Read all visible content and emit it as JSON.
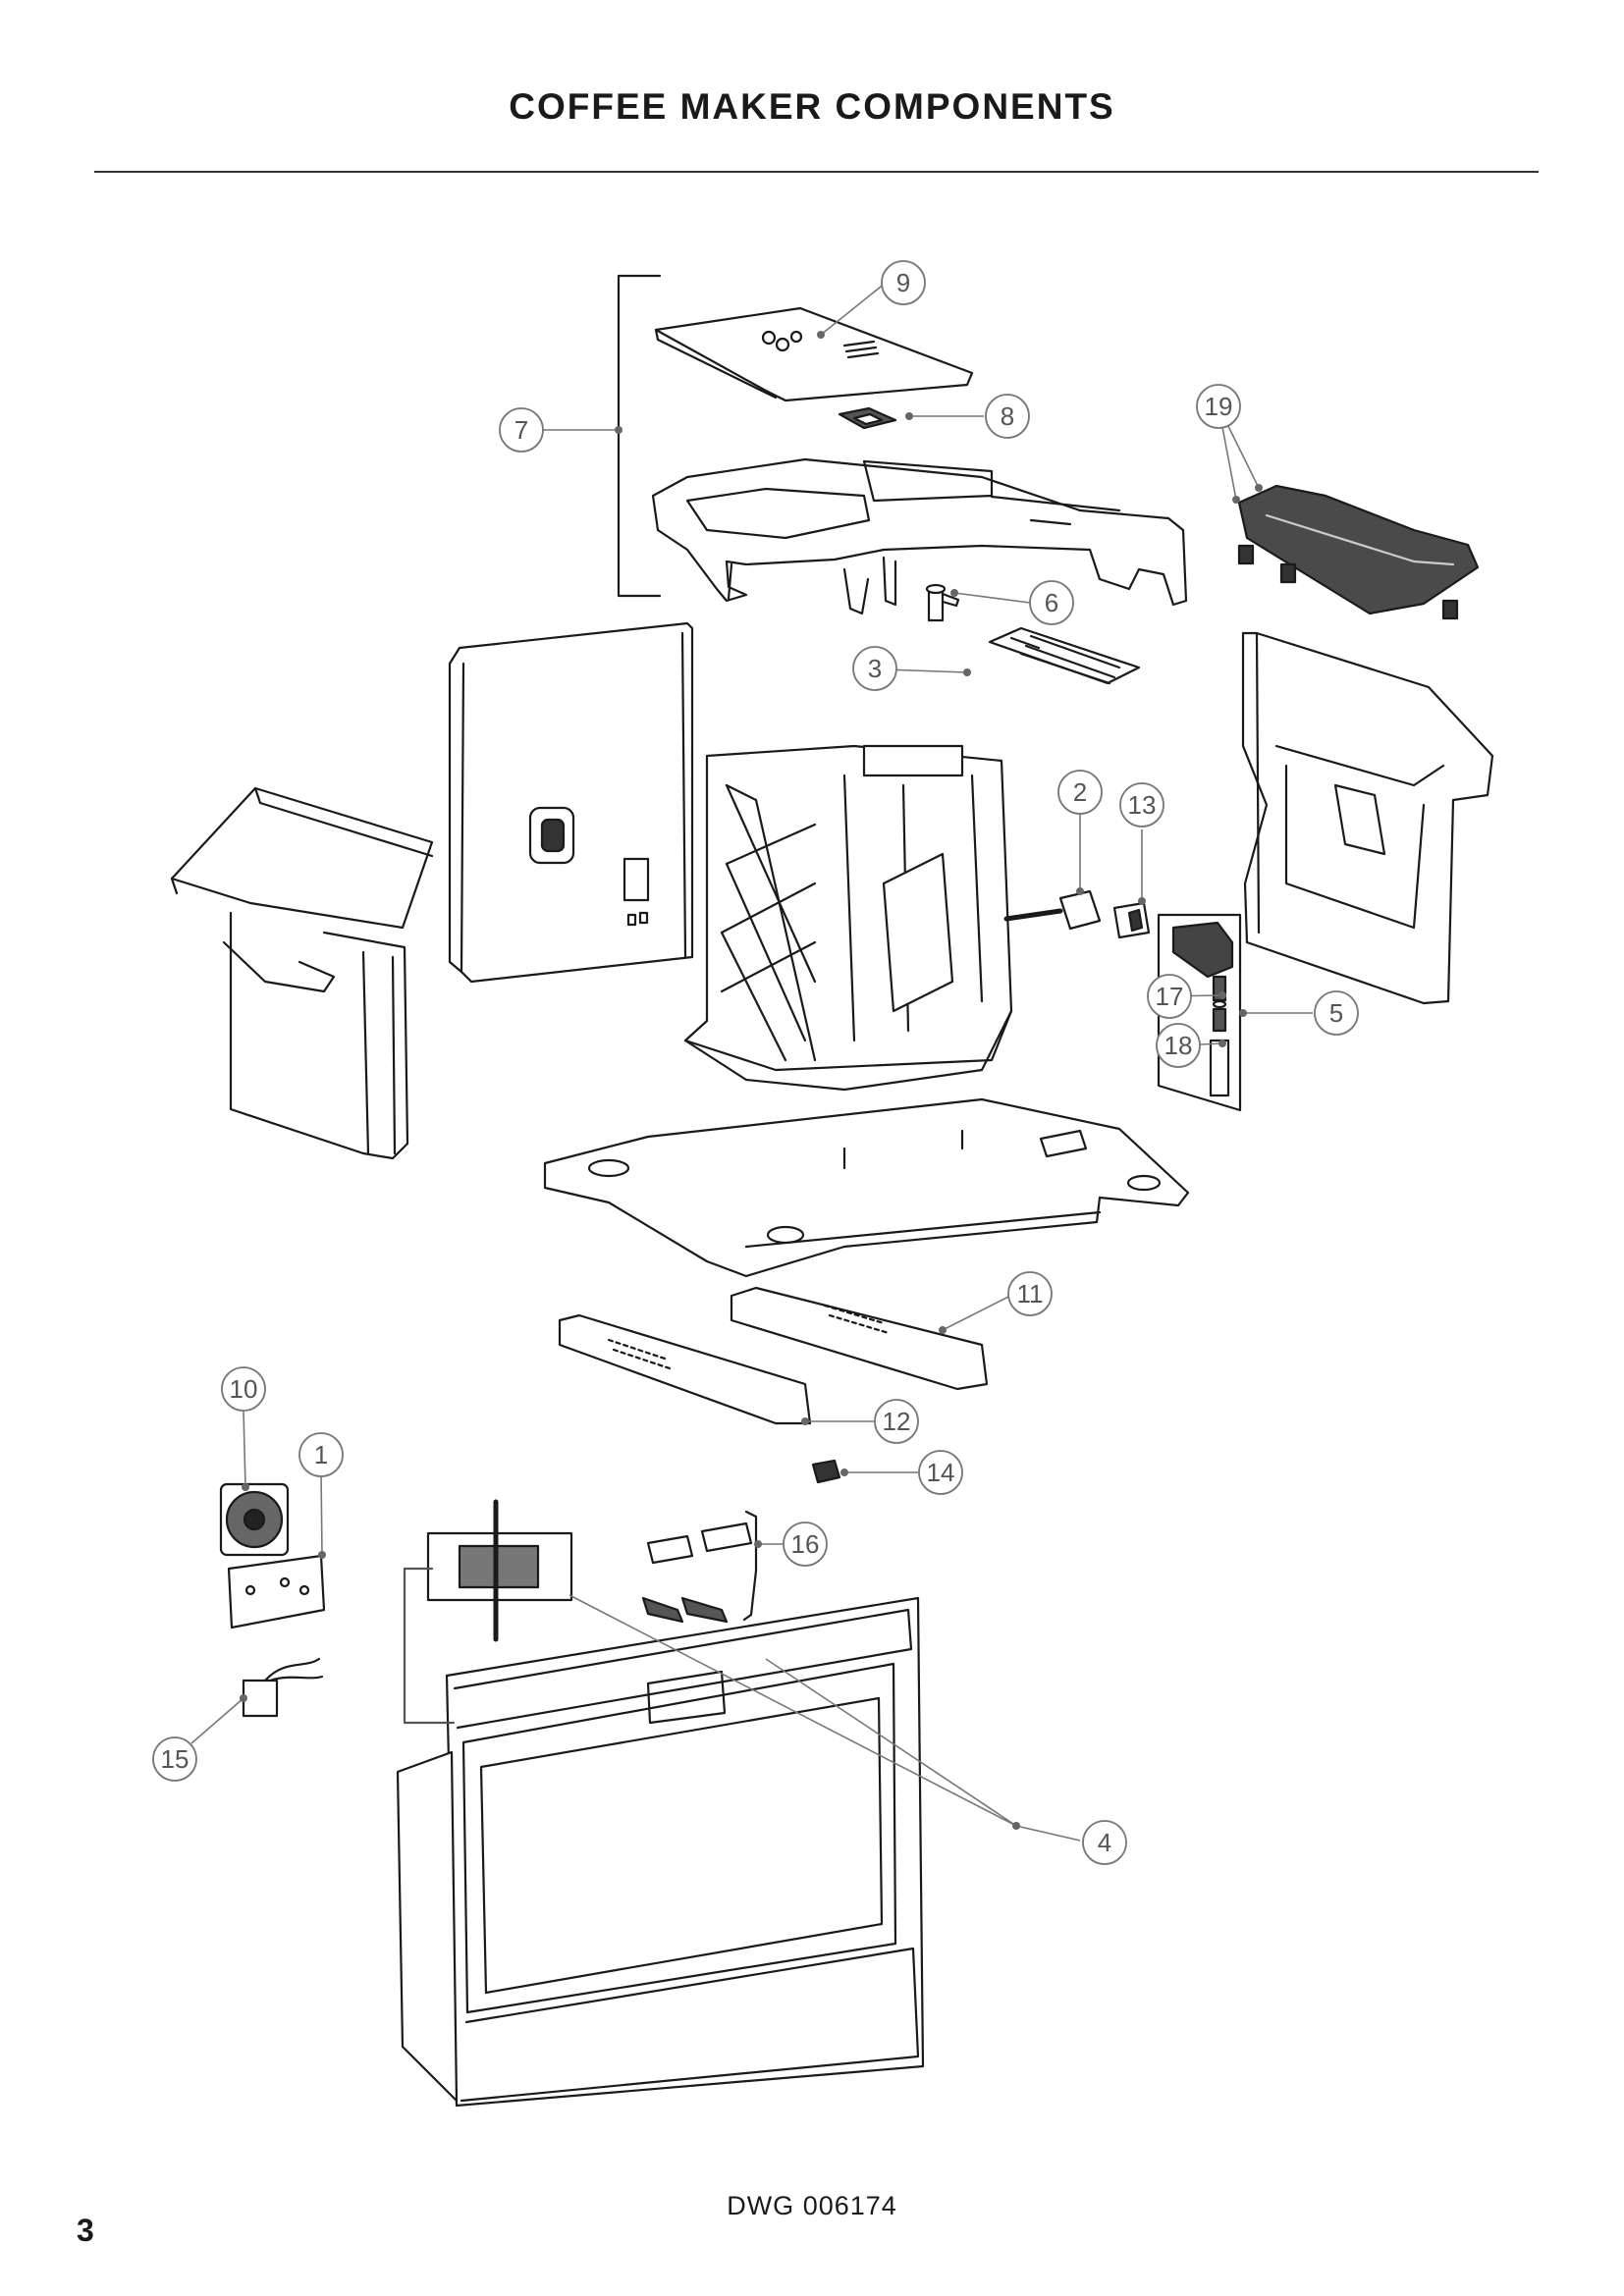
{
  "page": {
    "title": "COFFEE MAKER COMPONENTS",
    "drawing_number": "DWG 006174",
    "page_number": "3"
  },
  "callouts": [
    {
      "id": "c1",
      "label": "1"
    },
    {
      "id": "c2",
      "label": "2"
    },
    {
      "id": "c3",
      "label": "3"
    },
    {
      "id": "c4",
      "label": "4"
    },
    {
      "id": "c5",
      "label": "5"
    },
    {
      "id": "c6",
      "label": "6"
    },
    {
      "id": "c7",
      "label": "7"
    },
    {
      "id": "c8",
      "label": "8"
    },
    {
      "id": "c9",
      "label": "9"
    },
    {
      "id": "c10",
      "label": "10"
    },
    {
      "id": "c11",
      "label": "11"
    },
    {
      "id": "c12",
      "label": "12"
    },
    {
      "id": "c13",
      "label": "13"
    },
    {
      "id": "c14",
      "label": "14"
    },
    {
      "id": "c15",
      "label": "15"
    },
    {
      "id": "c16",
      "label": "16"
    },
    {
      "id": "c17",
      "label": "17"
    },
    {
      "id": "c18",
      "label": "18"
    },
    {
      "id": "c19",
      "label": "19"
    }
  ]
}
